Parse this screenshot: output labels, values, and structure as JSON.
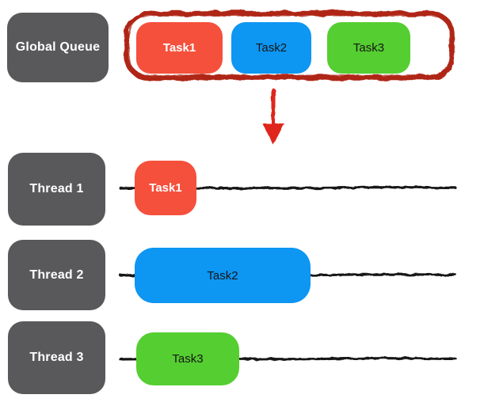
{
  "diagram": {
    "queue": {
      "label": "Global Queue",
      "tasks": [
        {
          "name": "Task1",
          "color": "#F5503C",
          "text_color": "#FFFFFF"
        },
        {
          "name": "Task2",
          "color": "#0D96F2",
          "text_color": "#161616"
        },
        {
          "name": "Task3",
          "color": "#55CE31",
          "text_color": "#161616"
        }
      ]
    },
    "threads": [
      {
        "label": "Thread 1",
        "task": {
          "name": "Task1",
          "color": "#F5503C",
          "text_color": "#FFFFFF"
        }
      },
      {
        "label": "Thread 2",
        "task": {
          "name": "Task2",
          "color": "#0D96F2",
          "text_color": "#161616"
        }
      },
      {
        "label": "Thread 3",
        "task": {
          "name": "Task3",
          "color": "#55CE31",
          "text_color": "#161616"
        }
      }
    ],
    "colors": {
      "label_box": "#59595B",
      "label_text": "#FFFFFF",
      "highlight_scribble": "#AF2518",
      "arrow": "#E0251B",
      "timeline": "#141414"
    },
    "icons": {
      "dispatch_arrow": "down-arrow"
    }
  }
}
